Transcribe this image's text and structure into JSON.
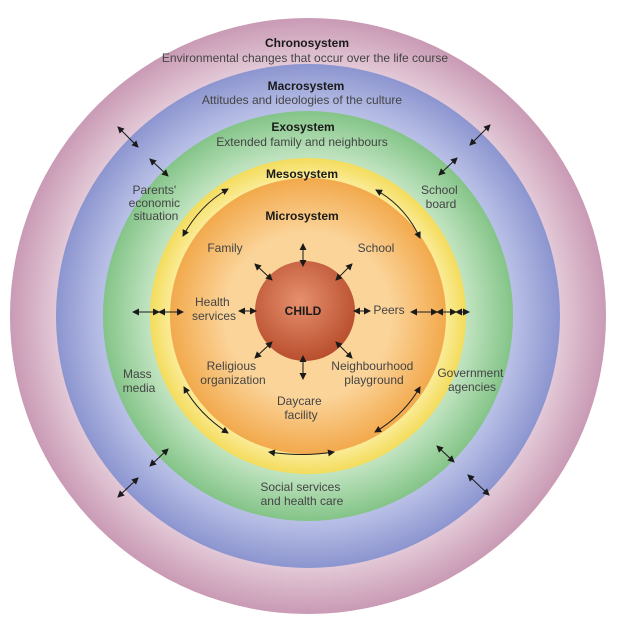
{
  "systems": {
    "chronosystem": {
      "title": "Chronosystem",
      "subtitle": "Environmental changes that occur over the life course"
    },
    "macrosystem": {
      "title": "Macrosystem",
      "subtitle": "Attitudes and ideologies of the culture"
    },
    "exosystem": {
      "title": "Exosystem",
      "subtitle": "Extended family and neighbours"
    },
    "mesosystem": {
      "title": "Mesosystem"
    },
    "microsystem": {
      "title": "Microsystem"
    }
  },
  "center": "CHILD",
  "micro_items": {
    "family": "Family",
    "school": "School",
    "health": [
      "Health",
      "services"
    ],
    "peers": "Peers",
    "religious": [
      "Religious",
      "organization"
    ],
    "neighbourhood": [
      "Neighbourhood",
      "playground"
    ],
    "daycare": [
      "Daycare",
      "facility"
    ]
  },
  "exo_items": {
    "parents": [
      "Parents'",
      "economic",
      "situation"
    ],
    "school_board": [
      "School",
      "board"
    ],
    "mass_media": [
      "Mass",
      "media"
    ],
    "government": [
      "Government",
      "agencies"
    ],
    "social": [
      "Social services",
      "and health care"
    ]
  },
  "colors": {
    "chrono": "#d8b8c9",
    "macro": "#9aa3d6",
    "exo": "#8fcc92",
    "meso": "#f6e278",
    "micro": "#f4b45e",
    "child": "#c95e3c"
  }
}
